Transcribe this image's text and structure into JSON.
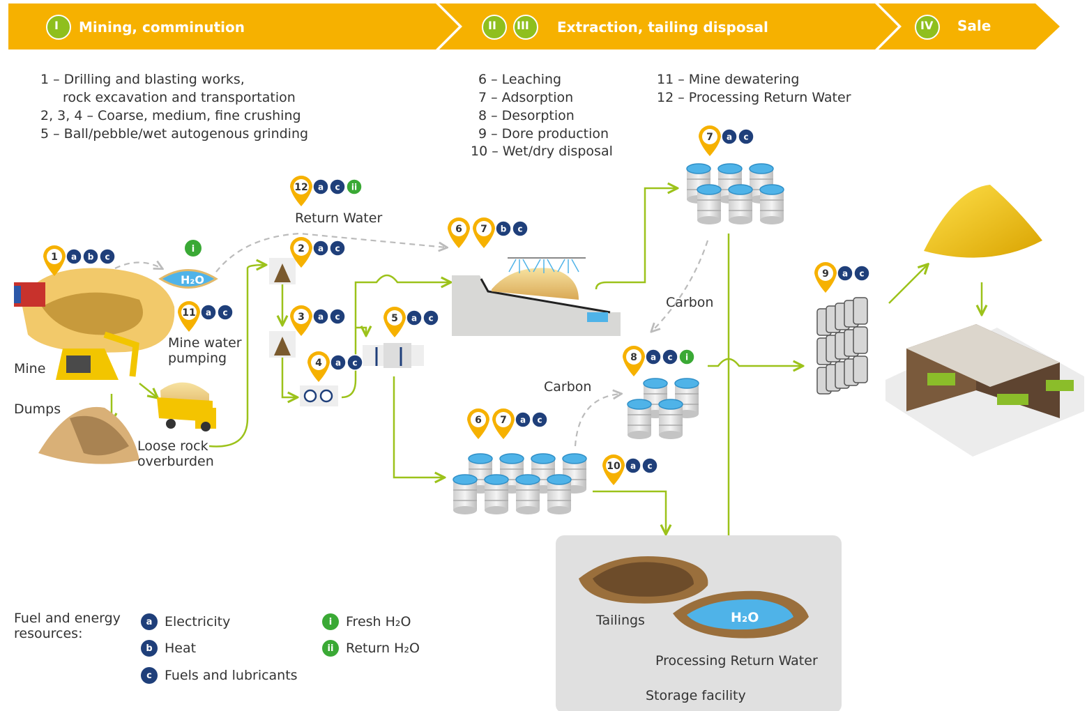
{
  "stages": [
    {
      "numeral": "I",
      "label": "Mining, comminution"
    },
    {
      "numerals": [
        "II",
        "III"
      ],
      "label": "Extraction, tailing disposal"
    },
    {
      "numeral": "IV",
      "label": "Sale"
    }
  ],
  "mining_list": [
    "1 – Drilling and blasting works,",
    "rock excavation and transportation",
    "2, 3, 4 – Coarse, medium, fine crushing",
    "5 – Ball/pebble/wet autogenous grinding"
  ],
  "extraction_list": [
    "6 – Leaching",
    "7 – Adsorption",
    "8 – Desorption",
    "9 – Dore production",
    "10 – Wet/dry disposal"
  ],
  "water_list": [
    "11 – Mine dewatering",
    "12 – Processing Return Water"
  ],
  "labels": {
    "return_water": "Return Water",
    "mine": "Mine",
    "dumps": "Dumps",
    "mine_water": "Mine water\npumping",
    "loose_rock": "Loose rock\noverburden",
    "carbon_upper": "Carbon",
    "carbon_lower": "Carbon",
    "tailings": "Tailings",
    "processing_return_water": "Processing Return Water",
    "storage_facility": "Storage facility",
    "h2o_pond": "H₂O",
    "h2o_fresh": "H₂O"
  },
  "markers": [
    {
      "num": "1",
      "res": [
        "a",
        "b",
        "c"
      ]
    },
    {
      "num": "2",
      "res": [
        "a",
        "c"
      ]
    },
    {
      "num": "3",
      "res": [
        "a",
        "c"
      ]
    },
    {
      "num": "4",
      "res": [
        "a",
        "c"
      ]
    },
    {
      "num": "5",
      "res": [
        "a",
        "c"
      ]
    },
    {
      "num": "6",
      "res": []
    },
    {
      "num": "7",
      "res": [
        "b",
        "c"
      ]
    },
    {
      "num": "6",
      "res": []
    },
    {
      "num": "7",
      "res": [
        "a",
        "c"
      ]
    },
    {
      "num": "7",
      "res": [
        "a",
        "c"
      ]
    },
    {
      "num": "8",
      "res": [
        "a",
        "c",
        "i"
      ]
    },
    {
      "num": "9",
      "res": [
        "a",
        "c"
      ]
    },
    {
      "num": "10",
      "res": [
        "a",
        "c"
      ]
    },
    {
      "num": "11",
      "res": [
        "a",
        "c"
      ]
    },
    {
      "num": "12",
      "res": [
        "a",
        "c",
        "ii"
      ]
    }
  ],
  "legend": {
    "title": "Fuel and energy\nresources:",
    "items": [
      {
        "key": "a",
        "label": "Electricity"
      },
      {
        "key": "b",
        "label": "Heat"
      },
      {
        "key": "c",
        "label": "Fuels and lubricants"
      },
      {
        "key": "i",
        "label": "Fresh H₂O"
      },
      {
        "key": "ii",
        "label": "Return H₂O"
      }
    ]
  },
  "colors": {
    "banner": "#f6b100",
    "pin": "#f6b100",
    "resource_blue": "#1f3f7a",
    "resource_green": "#3aa935",
    "flow_line": "#9cc21a",
    "water": "#4fb3e8",
    "storage_bg": "#e0e0e0"
  }
}
